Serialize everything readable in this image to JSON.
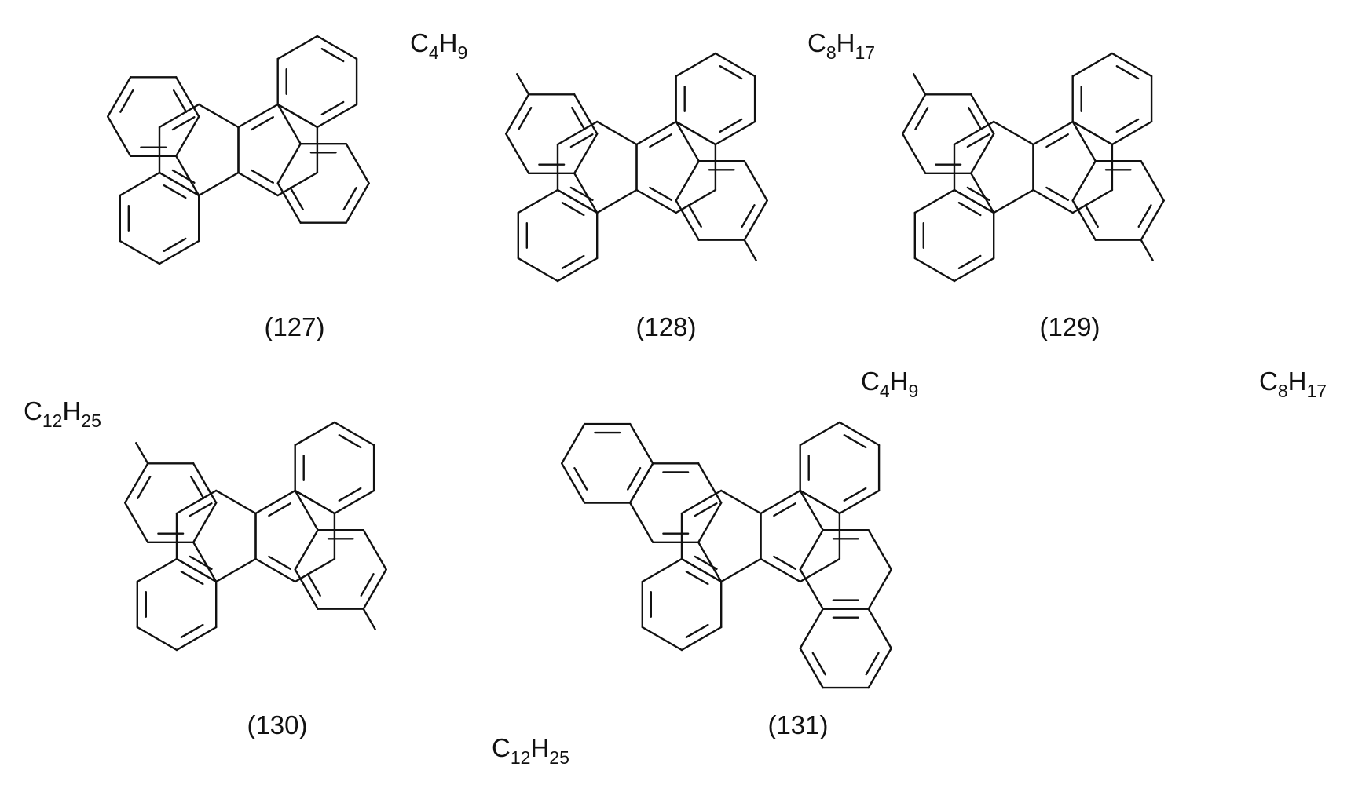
{
  "compounds": [
    {
      "label": "(127)",
      "substituent": null
    },
    {
      "label": "(128)",
      "substituent": {
        "c": "C",
        "c_count": "4",
        "h": "H",
        "h_count": "9"
      }
    },
    {
      "label": "(129)",
      "substituent": {
        "c": "C",
        "c_count": "8",
        "h": "H",
        "h_count": "17"
      }
    },
    {
      "label": "(130)",
      "substituent": {
        "c": "C",
        "c_count": "12",
        "h": "H",
        "h_count": "25"
      }
    },
    {
      "label": "(131)",
      "substituent": null,
      "aryl": "2-naphthyl"
    }
  ],
  "colors": {
    "ink": "#111111",
    "background": "#ffffff"
  }
}
